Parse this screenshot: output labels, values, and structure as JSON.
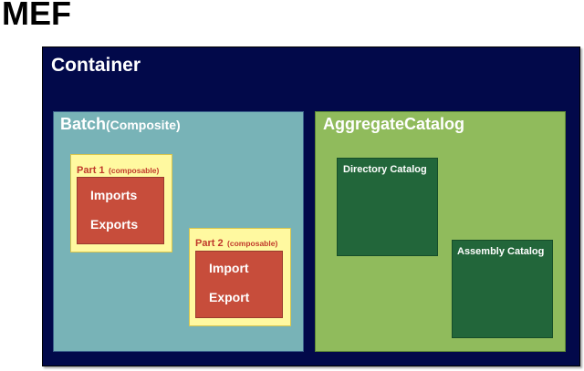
{
  "title": "MEF",
  "container": {
    "label": "Container"
  },
  "batch": {
    "label": "Batch",
    "label_suffix": "(Composite)",
    "parts": [
      {
        "name": "Part 1",
        "note": "(composable)",
        "lines": [
          "Imports",
          "Exports"
        ]
      },
      {
        "name": "Part 2",
        "note": "(composable)",
        "lines": [
          "Import",
          "Export"
        ]
      }
    ]
  },
  "aggregate": {
    "label": "AggregateCatalog",
    "catalogs": [
      "Directory Catalog",
      "Assembly Catalog"
    ]
  },
  "colors": {
    "container": "#02094a",
    "batch": "#78b3b7",
    "part": "#fff9a0",
    "import_export": "#c74d3b",
    "aggregate": "#90bb5c",
    "catalog": "#22663a"
  }
}
